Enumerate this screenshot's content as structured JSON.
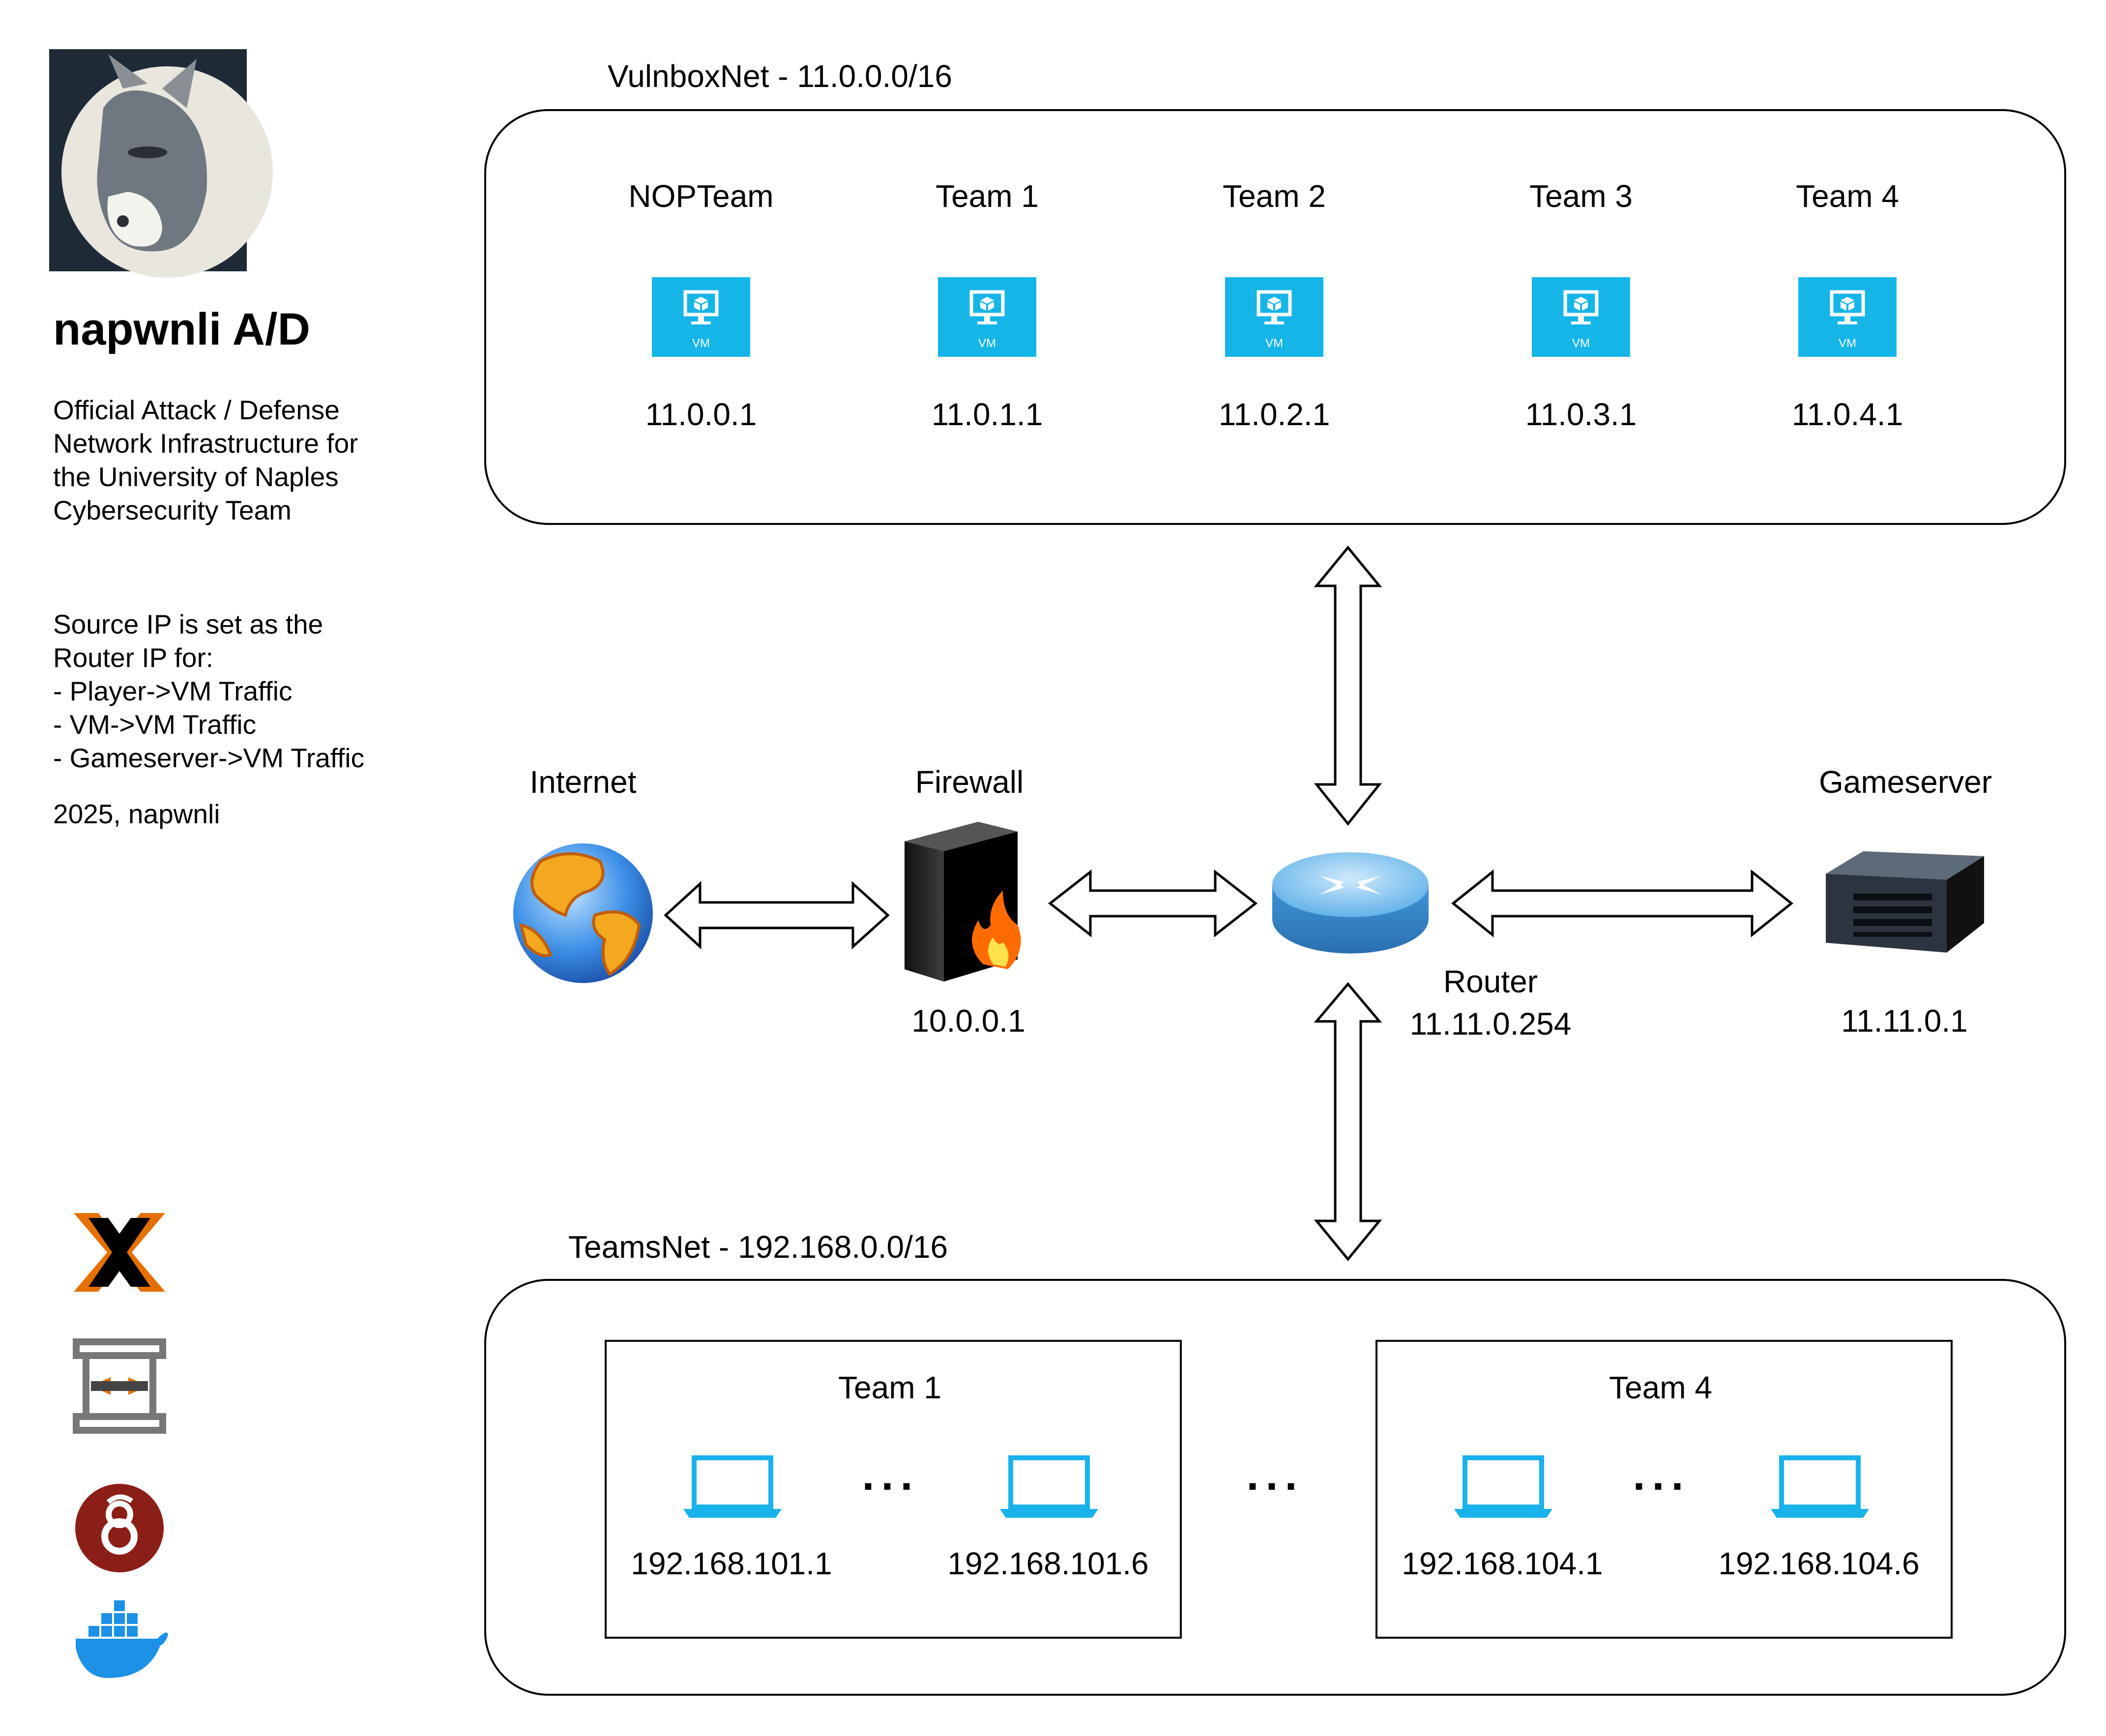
{
  "brand": {
    "title": "napwnli A/D",
    "description": [
      "Official Attack / Defense",
      "Network Infrastructure for",
      "the University of Naples",
      "Cybersecurity Team"
    ],
    "note": [
      "Source IP is set as the",
      "Router IP for:",
      "- Player->VM Traffic",
      "- VM->VM Traffic",
      "- Gameserver->VM Traffic"
    ],
    "credit": "2025, napwnli"
  },
  "vulnbox_net": {
    "title": "VulnboxNet - 11.0.0.0/16",
    "vms": [
      {
        "name": "NOPTeam",
        "ip": "11.0.0.1",
        "badge": "VM"
      },
      {
        "name": "Team 1",
        "ip": "11.0.1.1",
        "badge": "VM"
      },
      {
        "name": "Team 2",
        "ip": "11.0.2.1",
        "badge": "VM"
      },
      {
        "name": "Team 3",
        "ip": "11.0.3.1",
        "badge": "VM"
      },
      {
        "name": "Team 4",
        "ip": "11.0.4.1",
        "badge": "VM"
      }
    ]
  },
  "core": {
    "internet": {
      "label": "Internet"
    },
    "firewall": {
      "label": "Firewall",
      "ip": "10.0.0.1"
    },
    "router": {
      "label": "Router",
      "ip": "11.11.0.254"
    },
    "gameserver": {
      "label": "Gameserver",
      "ip": "11.11.0.1"
    }
  },
  "teams_net": {
    "title": "TeamsNet - 192.168.0.0/16",
    "between_dots": "...",
    "groups": [
      {
        "name": "Team 1",
        "ip_first": "192.168.101.1",
        "ip_last": "192.168.101.6",
        "dots": "..."
      },
      {
        "name": "Team 4",
        "ip_first": "192.168.104.1",
        "ip_last": "192.168.104.6",
        "dots": "..."
      }
    ]
  },
  "tool_icons": [
    "proxmox-icon",
    "stack-icon",
    "wireguard-icon",
    "docker-icon"
  ],
  "colors": {
    "vm_blue": "#16b5e8",
    "laptop_blue": "#1ab2ea"
  }
}
